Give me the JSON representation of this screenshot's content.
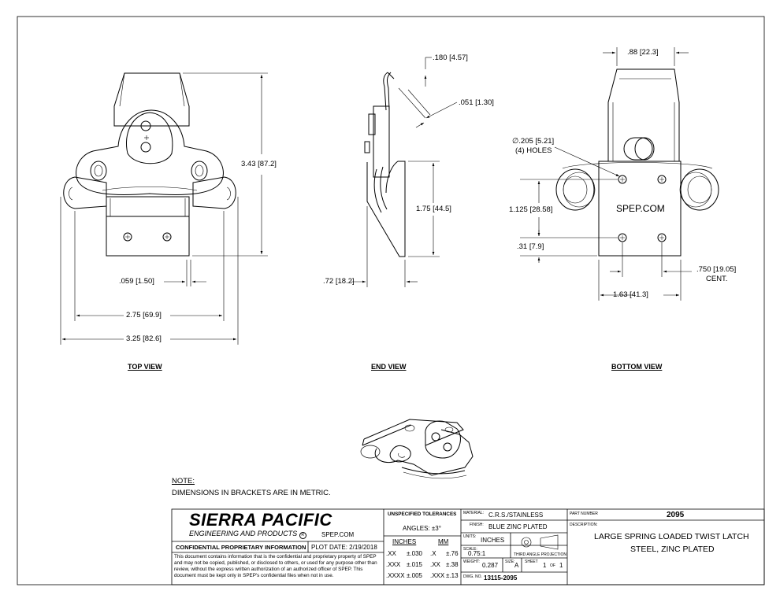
{
  "dimensions": {
    "overall_height": "3.43",
    "overall_height_mm": "87.2",
    "gap_width": ".059",
    "gap_width_mm": "1.50",
    "inner_width": "2.75",
    "inner_width_mm": "69.9",
    "overall_width": "3.25",
    "overall_width_mm": "82.6",
    "wire_dia": ".180",
    "wire_dia_mm": "4.57",
    "thickness": ".051",
    "thickness_mm": "1.30",
    "keeper_height": "1.75",
    "keeper_height_mm": "44.5",
    "depth": ".72",
    "depth_mm": "18.2",
    "keeper_width": ".88",
    "keeper_width_mm": "22.3",
    "hole_dia": "∅.205",
    "hole_dia_mm": "5.21",
    "hole_note": "(4) HOLES",
    "hole_spacing_v": "1.125",
    "hole_spacing_v_mm": "28.58",
    "hole_edge": ".31",
    "hole_edge_mm": "7.9",
    "hole_spacing_h": ".750",
    "hole_spacing_h_mm": "19.05",
    "hole_spacing_h_note": "CENT.",
    "base_width": "1.63",
    "base_width_mm": "41.3",
    "stamp": "SPEP.COM"
  },
  "views": {
    "top": "TOP VIEW",
    "end": "END VIEW",
    "bottom": "BOTTOM VIEW"
  },
  "notes": {
    "heading": "NOTE:",
    "body": "DIMENSIONS IN BRACKETS ARE IN METRIC."
  },
  "title_block": {
    "company": "SIERRA PACIFIC",
    "company_sub": "ENGINEERING AND PRODUCTS",
    "registered": "R",
    "website": "SPEP.COM",
    "confidential_label": "CONFIDENTIAL PROPRIETARY INFORMATION",
    "plot_date_label": "PLOT DATE:",
    "plot_date": "2/19/2018",
    "legal": "This document contains information that is the confidential and proprietary property of SPEP and may not be copied, published, or disclosed to others, or used for any purpose other than review, without the express written authorization of an authorized officer of SPEP. This document must be kept only in SPEP's confidential files when not in use.",
    "tolerances_label": "UNSPECIFIED TOLERANCES",
    "angles": "ANGLES: ±3°",
    "inches_label": "INCHES",
    "mm_label": "MM",
    "tol_rows": [
      {
        "in_key": ".XX",
        "in_val": "±.030",
        "mm_key": ".X",
        "mm_val": "±.76"
      },
      {
        "in_key": ".XXX",
        "in_val": "±.015",
        "mm_key": ".XX",
        "mm_val": "±.38"
      },
      {
        "in_key": ".XXXX",
        "in_val": "±.005",
        "mm_key": ".XXX",
        "mm_val": "±.13"
      }
    ],
    "material_label": "MATERIAL:",
    "material": "C.R.S./STAINLESS",
    "finish_label": "FINISH:",
    "finish": "BLUE ZINC PLATED",
    "units_label": "UNITS:",
    "units": "INCHES",
    "scale_label": "SCALE:",
    "scale": "0.75:1",
    "projection_label": "THIRD ANGLE PROJECTION",
    "weight_label": "WEIGHT:",
    "weight": "0.287",
    "size_label": "SIZE:",
    "size": "A",
    "sheet_label": "SHEET",
    "sheet": "1",
    "of_label": "OF",
    "sheet_total": "1",
    "dwg_label": "DWG. NO.",
    "dwg_no": "13115-2095",
    "part_label": "PART NUMBER",
    "part_no": "2095",
    "description_label": "DESCRIPTION:",
    "description_1": "LARGE SPRING LOADED TWIST LATCH",
    "description_2": "STEEL, ZINC PLATED"
  }
}
